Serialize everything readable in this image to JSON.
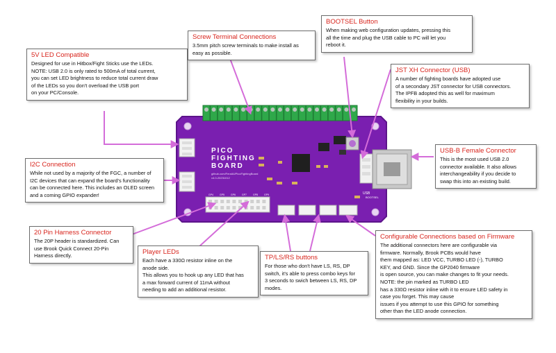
{
  "callouts": {
    "led5v": {
      "title": "5V LED Compatible",
      "lines": [
        "Designed for use in Hitbox/Fight Sticks use the LEDs.",
        "NOTE: USB 2.0 is only rated to 500mA of total current,",
        "you can set LED brightness to reduce total current draw",
        "of the LEDs so you don't overload the USB port",
        "on your PC/Console."
      ]
    },
    "screw": {
      "title": "Screw Terminal Connections",
      "lines": [
        "3.5mm pitch screw terminals to make install as",
        "easy as possible."
      ]
    },
    "bootsel": {
      "title": "BOOTSEL Button",
      "lines": [
        "When making web configuration updates, pressing this",
        "all the time and plug the USB cable to PC will let you",
        "reboot it."
      ]
    },
    "jst": {
      "title": "JST XH Connector (USB)",
      "lines": [
        "A number of fighting boards have adopted use",
        "of a secondary JST connector for USB connectors.",
        "The IPFB adopted this as well for maximum",
        "flexibility in your builds."
      ]
    },
    "i2c": {
      "title": "I2C Connection",
      "lines": [
        "While not used by a majority of the FGC, a number of",
        "I2C devices that can expand the board's functionality",
        "can be connected here. This includes an OLED screen",
        "and a coming GPIO expander!"
      ]
    },
    "usbb": {
      "title": "USB-B Female Connector",
      "lines": [
        "This is the most used USB 2.0",
        "connector available. It also allows",
        "interchangeability if you decide to",
        "swap this into an existing build."
      ]
    },
    "pin20": {
      "title": "20 Pin Harness Connector",
      "lines": [
        "The 20P header is standardized. Can",
        "use Brook Quick Connect 20-Pin",
        "Harness directly."
      ]
    },
    "player": {
      "title": "Player LEDs",
      "lines": [
        "Each have a 330Ω resistor inline on the",
        "anode side.",
        "This allows you to hook up any LED that has",
        "a max forward current of 11mA without",
        "needing to add an additional resistor."
      ]
    },
    "tpls": {
      "title": "TP/LS/RS buttons",
      "lines": [
        "For those who don't have LS, RS, DP",
        "switch, it's able to press combo keys for",
        "3 seconds to swich between LS, RS, DP",
        "modes."
      ]
    },
    "config": {
      "title": "Configurable Connections based on Firmware",
      "lines": [
        "The additional connectors here are configurable via",
        "firmware. Normally, Brook PCBs would have",
        "them mapped as: LED VCC, TURBO LED (-), TURBO",
        "KEY, and GND. Since the GP2040 firmware",
        "is open source, you can make changes to fit your needs.",
        "NOTE: the pin marked as TURBO LED",
        "has a 330Ω resistor inline with it to ensure LED safety in",
        "case you forget. This may cause",
        "issues if you attempt to use this GPIO for something",
        "other than the LED anode connection."
      ]
    }
  },
  "board": {
    "logo_lines": [
      "PICO",
      "FIGHTING",
      "BOARD"
    ],
    "url": "github.com/FeralAI/PicoFightingBoard",
    "version": "v4.0-20231012",
    "usb_label": "USB",
    "bootsel_label": "BOOTSEL",
    "pin_labels": [
      "GP4",
      "GP5",
      "GP6",
      "GP7",
      "GP8",
      "GP9"
    ]
  },
  "colors": {
    "board": "#7a1fb0",
    "board_edge": "#5c138a",
    "terminal": "#2fa84a",
    "arrow": "#d46cd9",
    "title": "#d8241c"
  }
}
